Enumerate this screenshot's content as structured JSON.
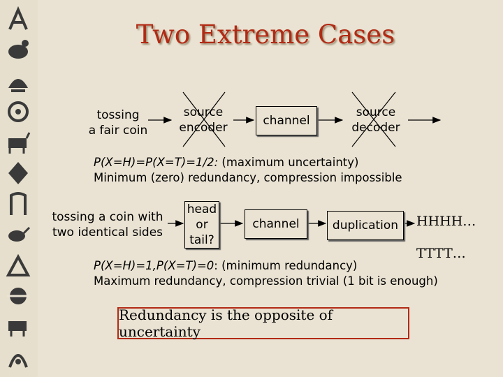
{
  "title": "Two Extreme Cases",
  "colors": {
    "title": "#b22a14",
    "background": "#eae3d3",
    "conclusion_border": "#b22a14"
  },
  "row1": {
    "source": [
      "tossing",
      "a fair coin"
    ],
    "encoder": [
      "source",
      "encoder"
    ],
    "channel": "channel",
    "decoder": [
      "source",
      "decoder"
    ],
    "crossed_out": [
      "source-encoder",
      "source-decoder"
    ],
    "note_prob": "P(X=H)=P(X=T)=1/2:",
    "note_rest": " (maximum uncertainty)",
    "note_line2": "Minimum (zero) redundancy, compression impossible"
  },
  "row2": {
    "source": [
      "tossing a coin with",
      "two identical sides"
    ],
    "question": [
      "head",
      "or",
      "tail?"
    ],
    "channel": "channel",
    "duplication": "duplication",
    "output": [
      "HHHH…",
      "TTTT…"
    ],
    "note_prob": "P(X=H)=1,P(X=T)=0",
    "note_rest": ": (minimum redundancy)",
    "note_line2": "Maximum redundancy, compression trivial (1 bit is enough)"
  },
  "conclusion": "Redundancy is the opposite of uncertainty",
  "sidebar_icons": [
    "hieroglyph-icon",
    "hieroglyph-icon",
    "hieroglyph-icon",
    "hieroglyph-icon",
    "hieroglyph-icon",
    "hieroglyph-icon",
    "hieroglyph-icon",
    "hieroglyph-icon",
    "hieroglyph-icon",
    "hieroglyph-icon",
    "hieroglyph-icon",
    "hieroglyph-icon"
  ]
}
